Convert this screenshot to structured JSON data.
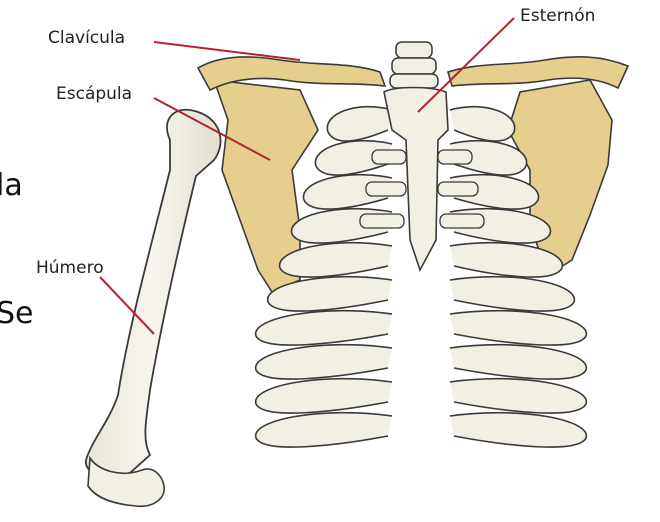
{
  "figure": {
    "labels": {
      "clavicula": "Clavícula",
      "escapula": "Escápula",
      "esternon": "Esternón",
      "humero": "Húmero"
    },
    "partial_text": [
      "la",
      "Se"
    ]
  },
  "colors": {
    "bone": "#f2efe4",
    "bone_outline": "#3a3a3a",
    "highlight": "#e6cf8c",
    "leader_line": "#b3242e"
  }
}
